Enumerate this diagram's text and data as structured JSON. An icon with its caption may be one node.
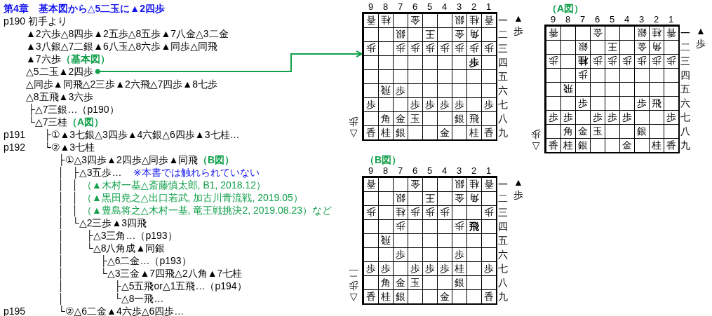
{
  "diagram": {
    "title": "第4章　基本図から△5二玉に▲2四歩",
    "nodes": [
      {
        "text": [
          "△5二玉▲2四歩"
        ]
      },
      {
        "text": [
          "香",
          "桂",
          "金",
          "銀",
          "桂",
          "香",
          "銀",
          "王",
          "金",
          "角",
          "歩",
          "歩",
          "歩",
          "歩",
          "歩",
          "歩",
          "歩",
          "歩",
          "歩",
          "飛",
          "歩",
          "歩",
          "歩",
          "歩",
          "歩",
          "歩",
          "歩",
          "角",
          "金",
          "玉",
          "銀",
          "飛",
          "香",
          "桂",
          "銀",
          "金",
          "桂",
          "香"
        ],
        "beside": [
          "9",
          "8",
          "7",
          "6",
          "5",
          "4",
          "3",
          "2",
          "1",
          "一",
          "二",
          "三",
          "四",
          "五",
          "六",
          "七",
          "八",
          "九",
          "▲歩",
          "△歩"
        ]
      },
      {
        "text": [
          "（A図）",
          "香",
          "金",
          "銀",
          "桂",
          "香",
          "銀",
          "王",
          "金",
          "角",
          "歩",
          "桂",
          "歩",
          "歩",
          "歩",
          "歩",
          "歩",
          "歩",
          "歩",
          "飛",
          "歩",
          "歩",
          "飛",
          "歩",
          "歩",
          "歩",
          "歩",
          "歩",
          "歩",
          "角",
          "金",
          "玉",
          "銀",
          "香",
          "桂",
          "銀",
          "金",
          "桂",
          "香"
        ],
        "beside": [
          "9",
          "8",
          "7",
          "6",
          "5",
          "4",
          "3",
          "2",
          "1",
          "一",
          "二",
          "三",
          "四",
          "五",
          "六",
          "七",
          "八",
          "九",
          "▲歩",
          "△歩"
        ]
      },
      {
        "text": [
          "（B図）",
          "香",
          "金",
          "銀",
          "桂",
          "香",
          "銀",
          "王",
          "金",
          "角",
          "歩",
          "桂",
          "歩",
          "歩",
          "歩",
          "歩",
          "歩",
          "歩",
          "飛",
          "飛",
          "歩",
          "歩",
          "歩",
          "歩",
          "歩",
          "歩",
          "歩",
          "桂",
          "歩",
          "角",
          "金",
          "玉",
          "銀",
          "香",
          "桂",
          "銀",
          "金",
          "香"
        ],
        "beside": [
          "9",
          "8",
          "7",
          "6",
          "5",
          "4",
          "3",
          "2",
          "1",
          "一",
          "二",
          "三",
          "四",
          "五",
          "六",
          "七",
          "八",
          "九",
          "▲歩",
          "△歩二"
        ]
      }
    ],
    "edges": [
      {
        "from": 0,
        "to": 1,
        "arrow": "to",
        "color": "#11a04b"
      }
    ],
    "labels": [
      "p190 初手より",
      "▲2六歩△8四歩▲2五歩△8五歩▲7八金△3二金",
      "▲3八銀△7二銀▲6八玉△8六歩▲同歩△同飛",
      "▲7六歩",
      "（基本図）",
      "△同歩▲同飛△2三歩▲2六飛△7四歩▲8七歩",
      "△8五飛▲3六歩",
      "├△7三銀…（p190）",
      "└△7三桂",
      "（A図）",
      "p191",
      "├①▲3七銀△3四歩▲4六銀△6四歩▲3七桂…",
      "p192",
      "└②▲3七桂",
      "├①△3四歩▲2四歩△同歩▲同飛",
      "（B図）",
      "│",
      "├△3五歩…",
      "※本書では触れられていない",
      "│",
      "│",
      "（▲木村一基△斎藤慎太郎, B1, 2018.12）",
      "│",
      "│",
      "（▲黒田尭之△出口若武, 加古川青流戦, 2019.05）",
      "│",
      "│",
      "（▲豊島将之△木村一基, 竜王戦挑決2, 2019.08.23）など",
      "│",
      "└△2三歩▲3四飛",
      "│",
      "├△3三角…（p193）",
      "│",
      "└△8八角成▲同銀",
      "│",
      "├△6二金…（p193）",
      "│",
      "└△3三金▲7四飛△2八角▲7七桂",
      "│",
      "├△5五飛or△1五飛…（p194）",
      "│",
      "└△8一飛…",
      "p195",
      "└②△6二金▲4六歩△6四歩…"
    ]
  }
}
